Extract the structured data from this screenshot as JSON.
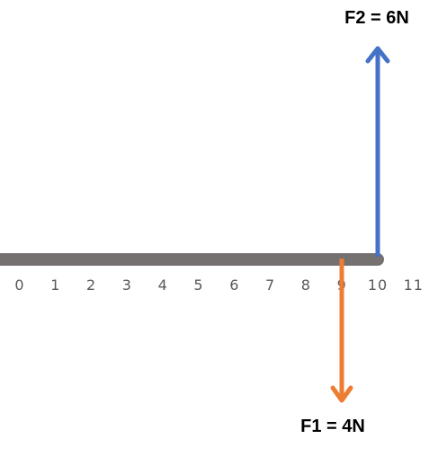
{
  "diagram": {
    "beam": {
      "color": "#767171",
      "start": 0,
      "end": 10
    },
    "scale": {
      "ticks": [
        "0",
        "1",
        "2",
        "3",
        "4",
        "5",
        "6",
        "7",
        "8",
        "9",
        "10",
        "11"
      ],
      "tick_color": "#595959"
    },
    "forces": [
      {
        "id": "f1",
        "label": "F1 = 4N",
        "position": 9,
        "direction": "down",
        "magnitude": 4,
        "color": "#ED7D31"
      },
      {
        "id": "f2",
        "label": "F2 = 6N",
        "position": 10,
        "direction": "up",
        "magnitude": 6,
        "color": "#4472C4"
      }
    ]
  }
}
